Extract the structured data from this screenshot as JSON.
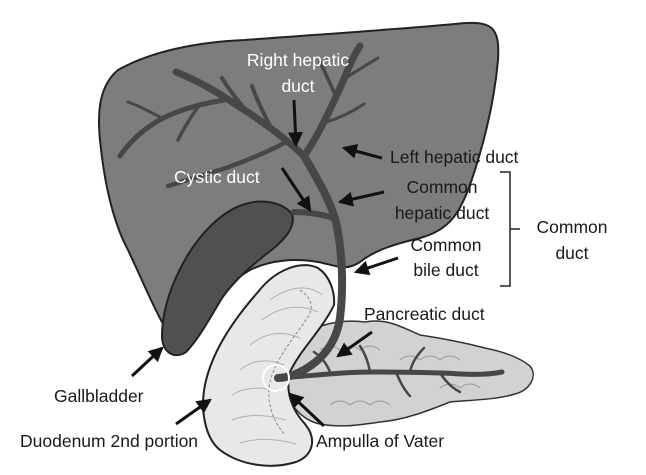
{
  "labels": {
    "right_hepatic_l1": "Right hepatic",
    "right_hepatic_l2": "duct",
    "left_hepatic": "Left hepatic duct",
    "cystic": "Cystic duct",
    "common_hepatic_l1": "Common",
    "common_hepatic_l2": "hepatic duct",
    "common_bile_l1": "Common",
    "common_bile_l2": "bile duct",
    "common_duct_l1": "Common",
    "common_duct_l2": "duct",
    "pancreatic": "Pancreatic duct",
    "gallbladder": "Gallbladder",
    "duodenum": "Duodenum 2nd portion",
    "ampulla": "Ampulla of Vater"
  },
  "colors": {
    "liver": "#7d7d7d",
    "gallbladder": "#505050",
    "duct": "#474747",
    "pancreas": "#d2d2d2",
    "duodenum": "#e8e8e8",
    "outline": "#222222",
    "text": "#1a1a1a"
  }
}
